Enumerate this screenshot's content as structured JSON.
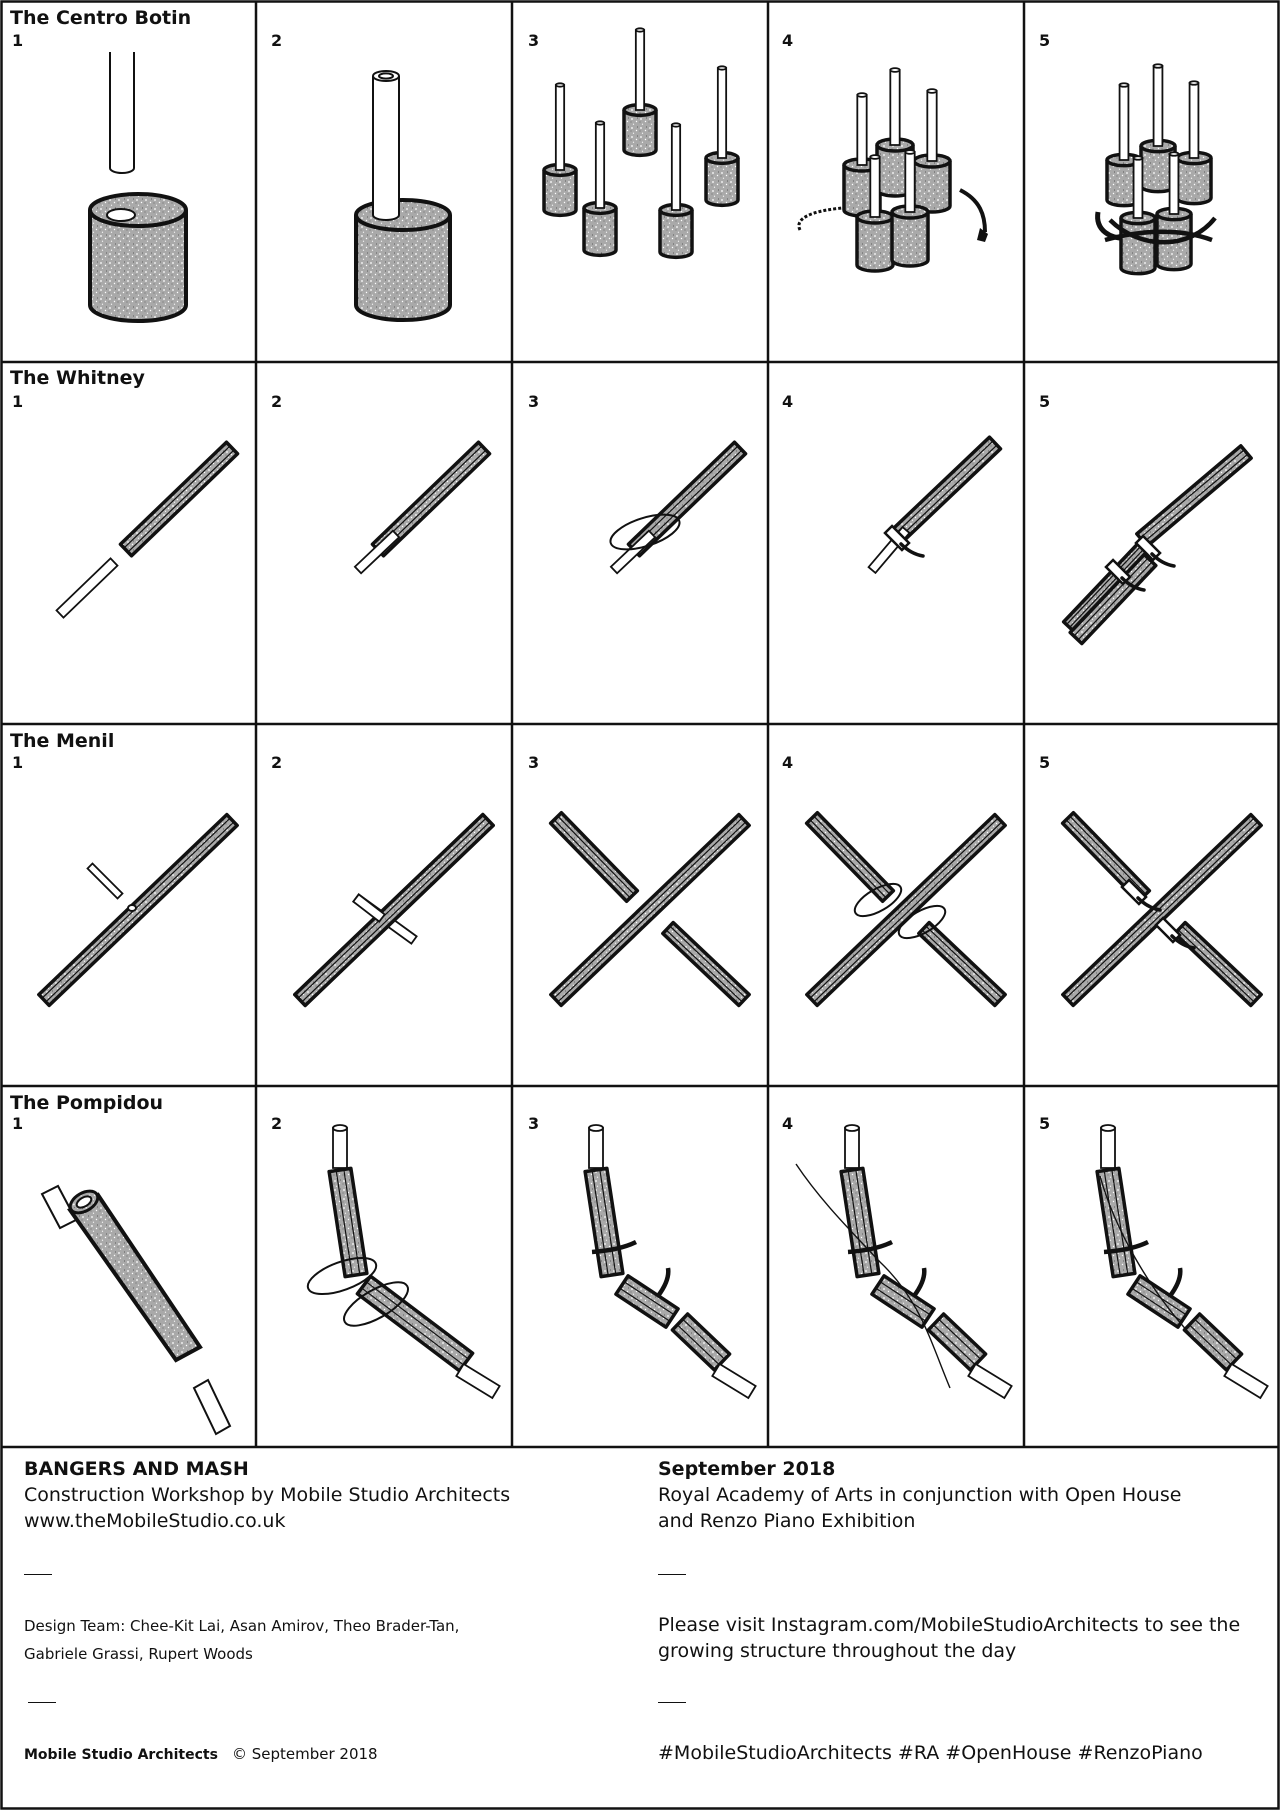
{
  "rows": [
    {
      "title": "The Centro Botin",
      "steps": [
        "1",
        "2",
        "3",
        "4",
        "5"
      ]
    },
    {
      "title": "The Whitney",
      "steps": [
        "1",
        "2",
        "3",
        "4",
        "5"
      ]
    },
    {
      "title": "The Menil",
      "steps": [
        "1",
        "2",
        "3",
        "4",
        "5"
      ]
    },
    {
      "title": "The Pompidou",
      "steps": [
        "1",
        "2",
        "3",
        "4",
        "5"
      ]
    }
  ],
  "footer": {
    "left": {
      "heading": "BANGERS AND MASH",
      "line1": "Construction Workshop by Mobile Studio Architects",
      "line2": "www.theMobileStudio.co.uk",
      "team1": "Design Team: Chee-Kit Lai, Asan Amirov, Theo Brader-Tan,",
      "team2": "Gabriele Grassi, Rupert Woods",
      "credit_name": "Mobile Studio Architects",
      "credit_rest": "©   September 2018"
    },
    "right": {
      "heading": "September 2018",
      "line1": "Royal Academy of Arts in conjunction with Open House",
      "line2": "and Renzo Piano Exhibition",
      "visit1": "Please visit Instagram.com/MobileStudioArchitects to see the",
      "visit2": "growing structure throughout the day",
      "hashtags": "#MobileStudioArchitects #RA #OpenHouse #RenzoPiano"
    }
  },
  "colors": {
    "line": "#111111",
    "foam": "#a9a9a9",
    "paper": "#ffffff"
  }
}
